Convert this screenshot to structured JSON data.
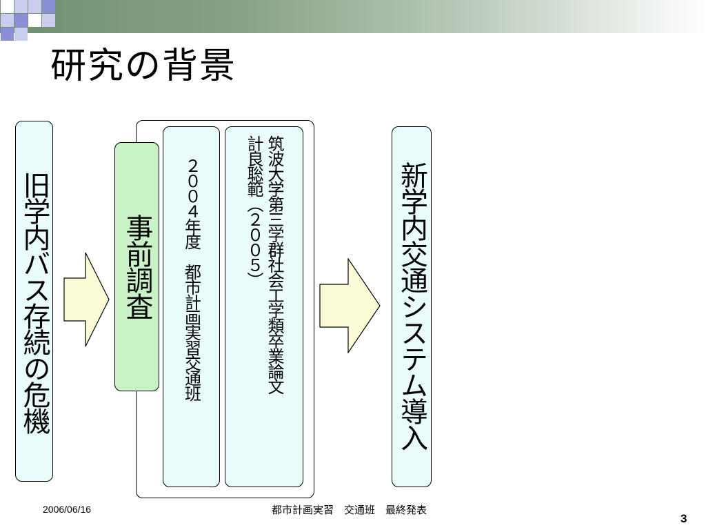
{
  "slide": {
    "title": "研究の背景",
    "old_system_label": "旧学内バス存続の危機",
    "pre_survey_label": "事前調査",
    "study_2004_label": "２００４年度　都市計画実習交通班",
    "study_tsukuba_label": "筑波大学第三学群社会工学類卒業論文\n計良聡範（２００５）",
    "new_system_label": "新学内交通システム導入"
  },
  "footer": {
    "date": "2006/06/16",
    "title": "都市計画実習　交通班　最終発表",
    "page_number": "3"
  },
  "colors": {
    "header_bar": "#6f8f6f",
    "light_cyan_box": "#e9fbfb",
    "green_box": "#c9f3c6",
    "arrow_fill": "#fbfbd8"
  },
  "icons": {
    "corner_decoration": "blue-squares-decoration",
    "flow_arrow": "right-block-arrow"
  }
}
